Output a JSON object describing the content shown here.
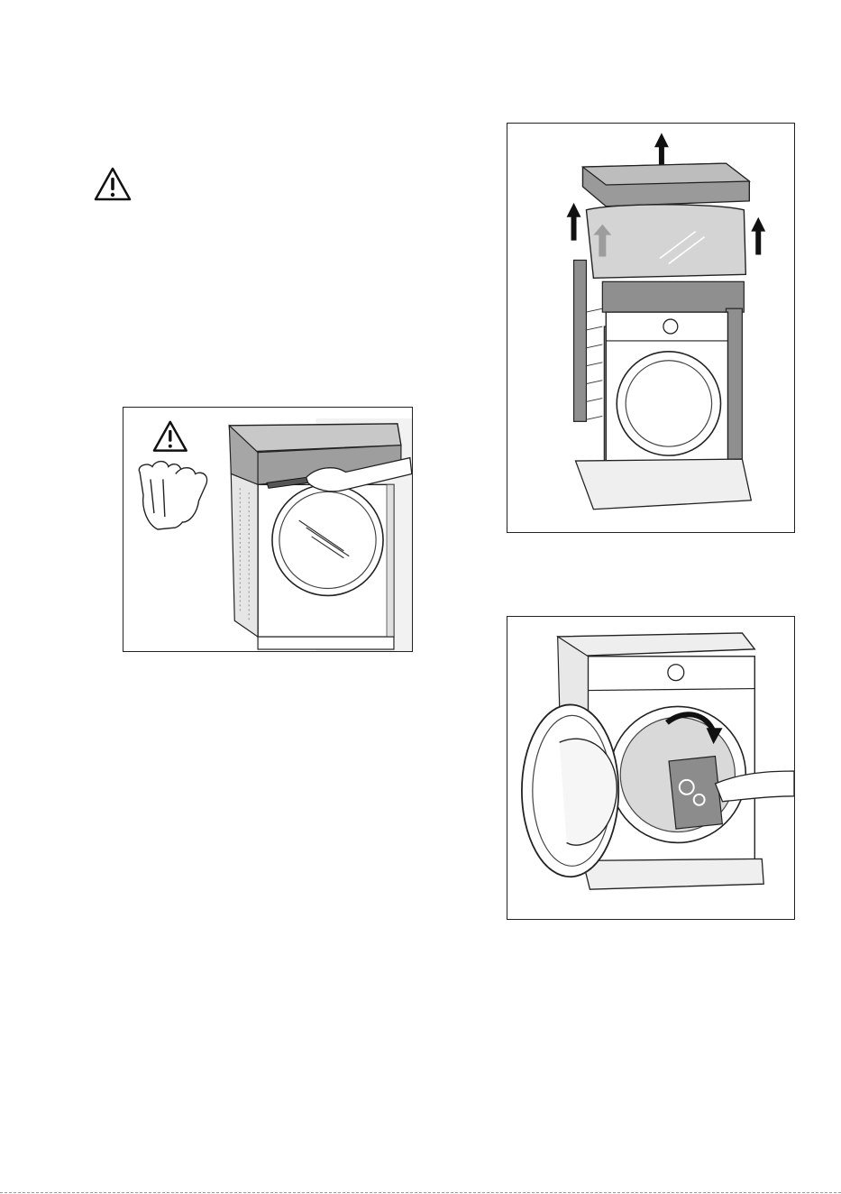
{
  "page": {
    "warning_symbol": "warning-triangle-icon",
    "figures": [
      {
        "name": "figure-cut-packaging",
        "depicts": [
          "warning-triangle-icon",
          "gloves-icon",
          "cutter-knife-icon"
        ]
      },
      {
        "name": "figure-remove-packaging",
        "depicts": [
          "arrow-up-icon"
        ]
      },
      {
        "name": "figure-remove-bag-from-drum",
        "depicts": [
          "curved-arrow-icon"
        ]
      }
    ]
  },
  "colors": {
    "line": "#1a1a1a",
    "packaging_gray": "#8c8c8c",
    "light_gray": "#d9d9d9",
    "arrow": "#111111"
  }
}
